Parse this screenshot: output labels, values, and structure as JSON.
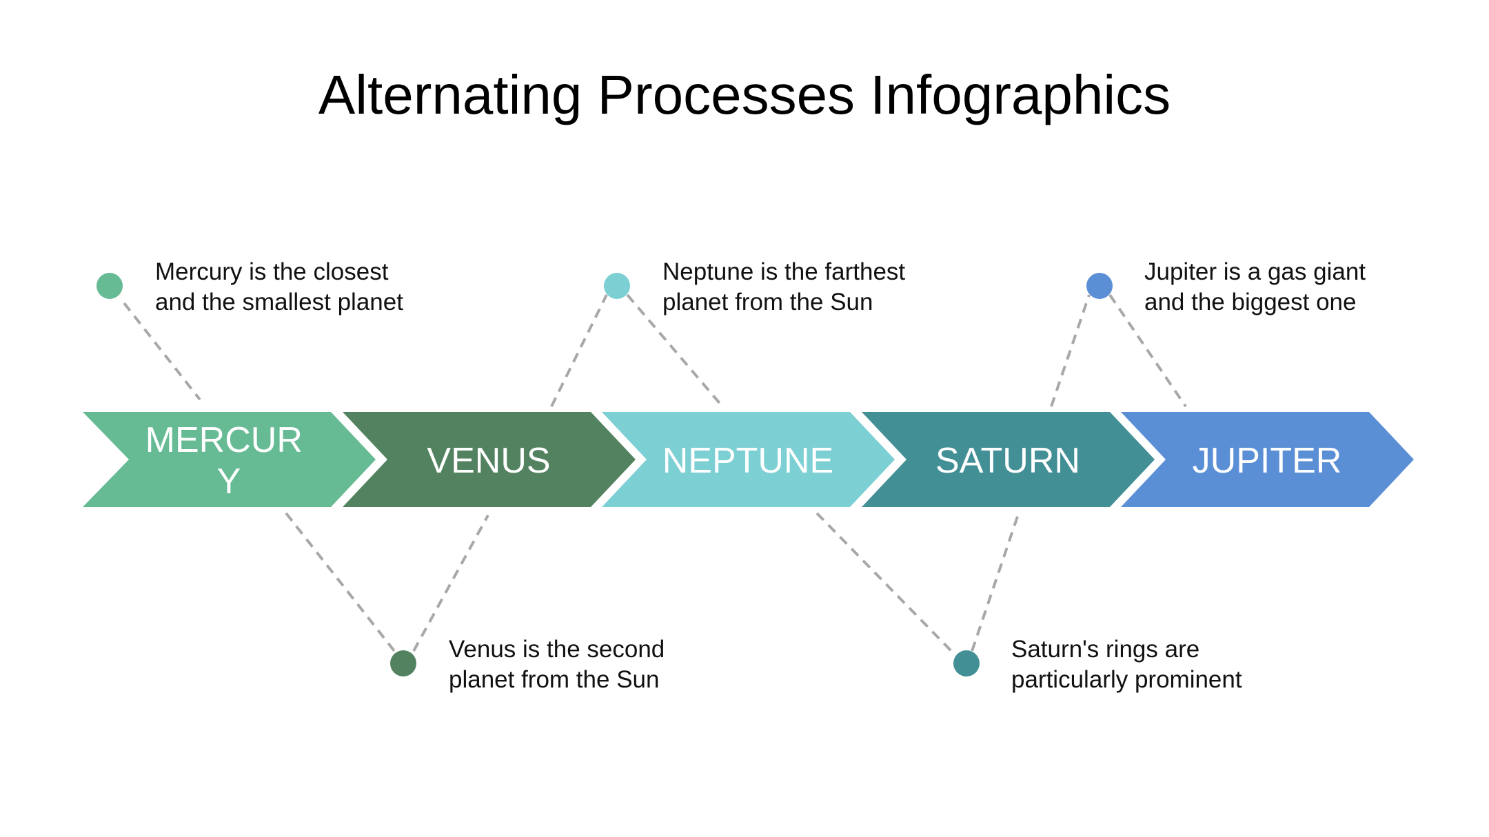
{
  "title": "Alternating Processes Infographics",
  "colors": {
    "connector": "#a8a8a8",
    "text": "#111111"
  },
  "steps": [
    {
      "label_lines": [
        "MERCUR",
        "Y"
      ],
      "color": "#66bb95",
      "desc_lines": [
        "Mercury is the closest",
        "and the smallest planet"
      ],
      "position": "top"
    },
    {
      "label_lines": [
        "VENUS"
      ],
      "color": "#52825f",
      "desc_lines": [
        "Venus is the second",
        "planet from the Sun"
      ],
      "position": "bottom"
    },
    {
      "label_lines": [
        "NEPTUNE"
      ],
      "color": "#7ccfd3",
      "desc_lines": [
        "Neptune is the farthest",
        "planet from the Sun"
      ],
      "position": "top"
    },
    {
      "label_lines": [
        "SATURN"
      ],
      "color": "#438f96",
      "desc_lines": [
        "Saturn's rings are",
        "particularly prominent"
      ],
      "position": "bottom"
    },
    {
      "label_lines": [
        "JUPITER"
      ],
      "color": "#5a8fd6",
      "desc_lines": [
        "Jupiter is a gas giant",
        "and the biggest one"
      ],
      "position": "top"
    }
  ]
}
